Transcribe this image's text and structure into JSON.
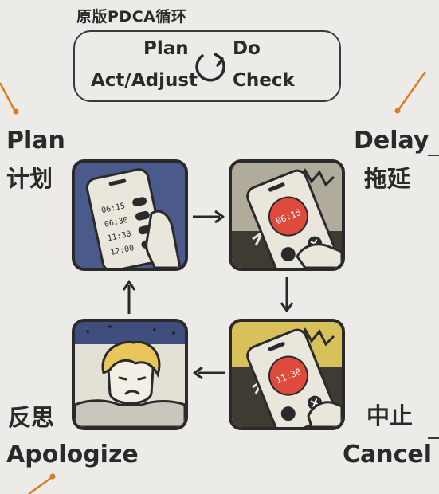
{
  "original_box": {
    "title": "原版PDCA循环",
    "plan": "Plan",
    "do": "Do",
    "act": "Act/Adjust",
    "check": "Check"
  },
  "labels": {
    "plan_en": "Plan",
    "plan_cn": "计划",
    "delay_en": "Delay",
    "delay_cn": "拖延",
    "cancel_cn": "中止",
    "cancel_en": "Cancel",
    "apologize_cn": "反思",
    "apologize_en": "Apologize"
  },
  "phone_times": {
    "plan": [
      "06:15",
      "06:30",
      "11:30",
      "12:00"
    ],
    "delay": "06:15",
    "cancel": "11:30"
  },
  "colors": {
    "background": "#ecebe8",
    "accent_orange": "#e07a20",
    "plan_panel_bg": "#4a5a8a",
    "delay_panel_bg": "#b0ab9a",
    "cancel_panel_bg": "#d8c05a",
    "apologize_panel_bg": "#3f4e7e",
    "alarm_red": "#de4a3c"
  }
}
